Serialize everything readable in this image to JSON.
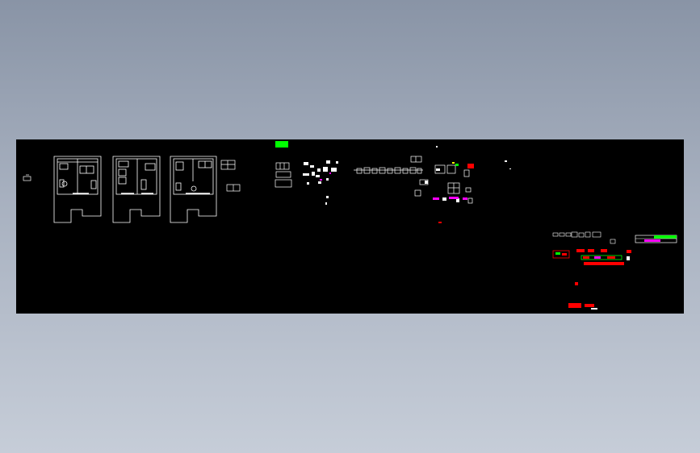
{
  "viewport": {
    "background_gradient": [
      "#8994a6",
      "#c6cdd8"
    ],
    "canvas_color": "#000000"
  },
  "colors": {
    "line": "#ffffff",
    "accent_green": "#00ff00",
    "accent_red": "#ff0000",
    "accent_magenta": "#ff00ff",
    "accent_yellow": "#ffff00"
  },
  "drawing": {
    "floor_plans": [
      {
        "name": "plan-a"
      },
      {
        "name": "plan-b"
      },
      {
        "name": "plan-c"
      }
    ],
    "detail_groups": [
      "fixture-legend-left",
      "toolbar-green",
      "section-details-center",
      "electrical-details-right",
      "title-bar-right"
    ]
  }
}
